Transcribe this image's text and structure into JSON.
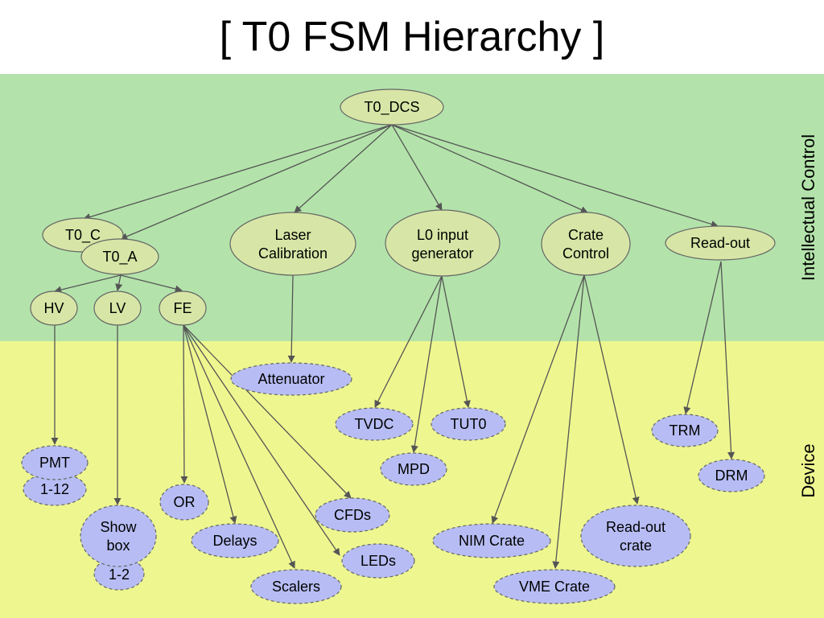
{
  "title": "[ T0 FSM Hierarchy ]",
  "bands": {
    "control": {
      "label": "Intellectual Control",
      "color": "#b3e3aa"
    },
    "device": {
      "label": "Device",
      "color": "#eef78f"
    }
  },
  "colors": {
    "logical_node": "#d7e6a6",
    "device_node": "#b7bdf4",
    "edge": "#555555"
  },
  "nodes": {
    "t0_dcs": "T0_DCS",
    "t0_c": "T0_C",
    "t0_a": "T0_A",
    "laser": [
      "Laser",
      "Calibration"
    ],
    "l0": [
      "L0 input",
      "generator"
    ],
    "crate_control": [
      "Crate",
      "Control"
    ],
    "readout": "Read-out",
    "hv": "HV",
    "lv": "LV",
    "fe": "FE",
    "attenuator": "Attenuator",
    "tvdc": "TVDC",
    "tut0": "TUT0",
    "mpd": "MPD",
    "trm": "TRM",
    "drm": "DRM",
    "pmt": "PMT",
    "pmt_count": "1-12",
    "showbox": [
      "Show",
      "box"
    ],
    "showbox_count": "1-2",
    "or": "OR",
    "delays": "Delays",
    "scalers": "Scalers",
    "cfds": "CFDs",
    "leds": "LEDs",
    "nim_crate": "NIM Crate",
    "vme_crate": "VME Crate",
    "readout_crate": [
      "Read-out",
      "crate"
    ]
  }
}
